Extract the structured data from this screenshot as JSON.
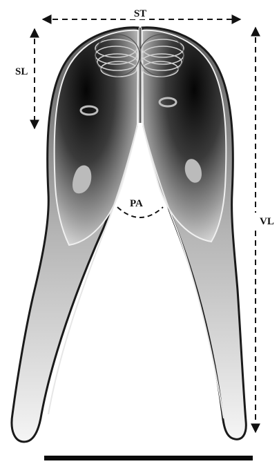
{
  "labels": {
    "st": "ST",
    "sl": "SL",
    "pa": "PA",
    "vl": "VL"
  },
  "colors": {
    "outline": "#1a1a1a",
    "rim_light": "#eeeeee",
    "body_dark": "#0d0d0d",
    "body_mid": "#6f6f6f",
    "body_light": "#f2f2f2",
    "spots": "#b8b8b8"
  }
}
